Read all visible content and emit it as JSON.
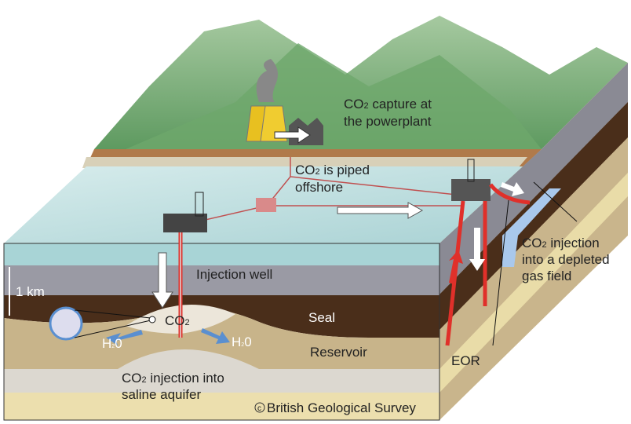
{
  "labels": {
    "capture": {
      "pre": "CO",
      "sub": "2",
      "post": " capture at",
      "line2": "the powerplant"
    },
    "piped": {
      "pre": "CO",
      "sub": "2",
      "post": " is piped",
      "line2": "offshore"
    },
    "injection_well": "Injection well",
    "scale": "1 km",
    "co2": {
      "pre": "CO",
      "sub": "2"
    },
    "h2o_left": {
      "pre": "H",
      "sub": "2",
      "post": "0"
    },
    "h2o_right": {
      "pre": "H",
      "sub": "2",
      "post": "0"
    },
    "seal": "Seal",
    "reservoir": "Reservoir",
    "saline": {
      "pre": "CO",
      "sub": "2",
      "post": " injection into",
      "line2": "saline aquifer"
    },
    "depleted": {
      "pre": "CO",
      "sub": "2",
      "post": " injection",
      "line2": "into a depleted",
      "line3": "gas field"
    },
    "eor": "EOR",
    "copyright": "British Geological Survey",
    "copyright_symbol": "c"
  },
  "colors": {
    "land": "#6aa56a",
    "sea": "#bfe0e0",
    "seal": "#4a2e1a",
    "reservoir": "#cbb991",
    "pipe": "#e0302a",
    "arrow": "#5a8fd0"
  }
}
